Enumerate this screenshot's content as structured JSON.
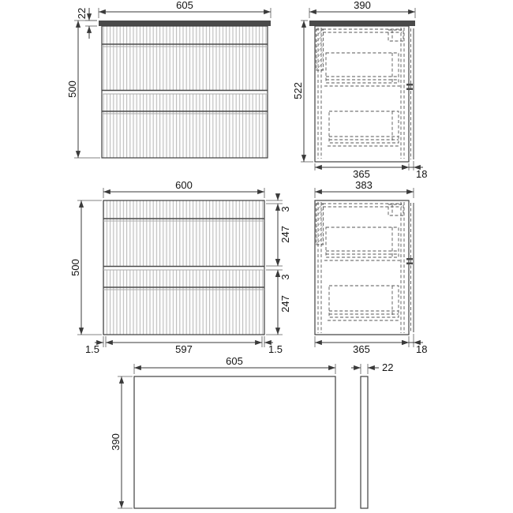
{
  "drawing": {
    "front_upper": {
      "width": "605",
      "worktop_thickness": "22",
      "height": "500"
    },
    "side_upper": {
      "depth": "390",
      "height": "522",
      "base_depth": "365",
      "front_offset": "18"
    },
    "front_lower": {
      "width": "600",
      "height": "500",
      "gap_top": "3",
      "drawer_top": "247",
      "gap_mid": "3",
      "drawer_bottom": "247",
      "edge_left": "1.5",
      "inner_width": "597",
      "edge_right": "1.5"
    },
    "side_lower": {
      "depth": "383",
      "base_depth": "365",
      "front_offset": "18"
    },
    "plan": {
      "width": "605",
      "depth": "390"
    },
    "worktop_end": {
      "thickness": "22"
    }
  },
  "colors": {
    "line": "#3a3a3a",
    "worktop": "#4a4a4a",
    "flute": "#bdbdbd"
  }
}
